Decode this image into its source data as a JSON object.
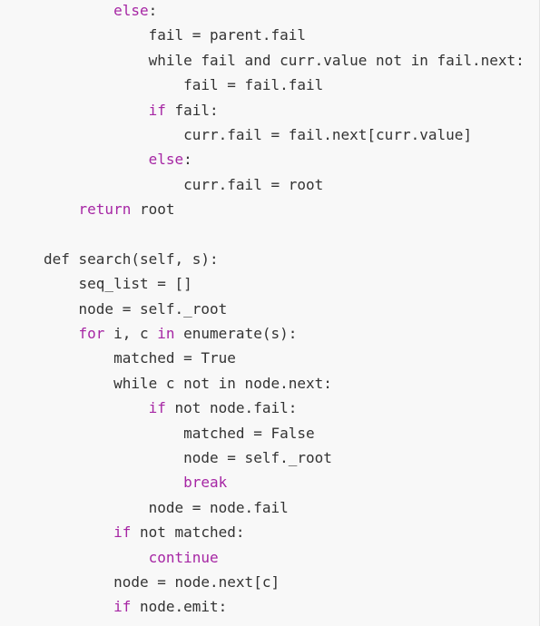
{
  "code_view": {
    "colors": {
      "keyword": "#a626a4",
      "text": "#333333",
      "background": "#f8f8f8"
    },
    "lines": [
      {
        "indent": 2,
        "tokens": [
          {
            "t": "kw",
            "v": "else"
          },
          {
            "t": "plain",
            "v": ":"
          }
        ]
      },
      {
        "indent": 3,
        "tokens": [
          {
            "t": "plain",
            "v": "fail = parent.fail"
          }
        ]
      },
      {
        "indent": 3,
        "tokens": [
          {
            "t": "plain",
            "v": "while fail and curr.value not in fail.next:"
          }
        ]
      },
      {
        "indent": 4,
        "tokens": [
          {
            "t": "plain",
            "v": "fail = fail.fail"
          }
        ]
      },
      {
        "indent": 3,
        "tokens": [
          {
            "t": "kw",
            "v": "if"
          },
          {
            "t": "plain",
            "v": " fail:"
          }
        ]
      },
      {
        "indent": 4,
        "tokens": [
          {
            "t": "plain",
            "v": "curr.fail = fail.next[curr.value]"
          }
        ]
      },
      {
        "indent": 3,
        "tokens": [
          {
            "t": "kw",
            "v": "else"
          },
          {
            "t": "plain",
            "v": ":"
          }
        ]
      },
      {
        "indent": 4,
        "tokens": [
          {
            "t": "plain",
            "v": "curr.fail = root"
          }
        ]
      },
      {
        "indent": 1,
        "tokens": [
          {
            "t": "kw",
            "v": "return"
          },
          {
            "t": "plain",
            "v": " root"
          }
        ]
      },
      {
        "indent": 0,
        "tokens": []
      },
      {
        "indent": 0,
        "tokens": [
          {
            "t": "plain",
            "v": "def search(self, s):"
          }
        ]
      },
      {
        "indent": 1,
        "tokens": [
          {
            "t": "plain",
            "v": "seq_list = []"
          }
        ]
      },
      {
        "indent": 1,
        "tokens": [
          {
            "t": "plain",
            "v": "node = self._root"
          }
        ]
      },
      {
        "indent": 1,
        "tokens": [
          {
            "t": "kw",
            "v": "for"
          },
          {
            "t": "plain",
            "v": " i, c "
          },
          {
            "t": "kw",
            "v": "in"
          },
          {
            "t": "plain",
            "v": " enumerate(s):"
          }
        ]
      },
      {
        "indent": 2,
        "tokens": [
          {
            "t": "plain",
            "v": "matched = True"
          }
        ]
      },
      {
        "indent": 2,
        "tokens": [
          {
            "t": "plain",
            "v": "while c not in node.next:"
          }
        ]
      },
      {
        "indent": 3,
        "tokens": [
          {
            "t": "kw",
            "v": "if"
          },
          {
            "t": "plain",
            "v": " not node.fail:"
          }
        ]
      },
      {
        "indent": 4,
        "tokens": [
          {
            "t": "plain",
            "v": "matched = False"
          }
        ]
      },
      {
        "indent": 4,
        "tokens": [
          {
            "t": "plain",
            "v": "node = self._root"
          }
        ]
      },
      {
        "indent": 4,
        "tokens": [
          {
            "t": "kw",
            "v": "break"
          }
        ]
      },
      {
        "indent": 3,
        "tokens": [
          {
            "t": "plain",
            "v": "node = node.fail"
          }
        ]
      },
      {
        "indent": 2,
        "tokens": [
          {
            "t": "kw",
            "v": "if"
          },
          {
            "t": "plain",
            "v": " not matched:"
          }
        ]
      },
      {
        "indent": 3,
        "tokens": [
          {
            "t": "kw",
            "v": "continue"
          }
        ]
      },
      {
        "indent": 2,
        "tokens": [
          {
            "t": "plain",
            "v": "node = node.next[c]"
          }
        ]
      },
      {
        "indent": 2,
        "tokens": [
          {
            "t": "kw",
            "v": "if"
          },
          {
            "t": "plain",
            "v": " node.emit:"
          }
        ]
      }
    ]
  }
}
